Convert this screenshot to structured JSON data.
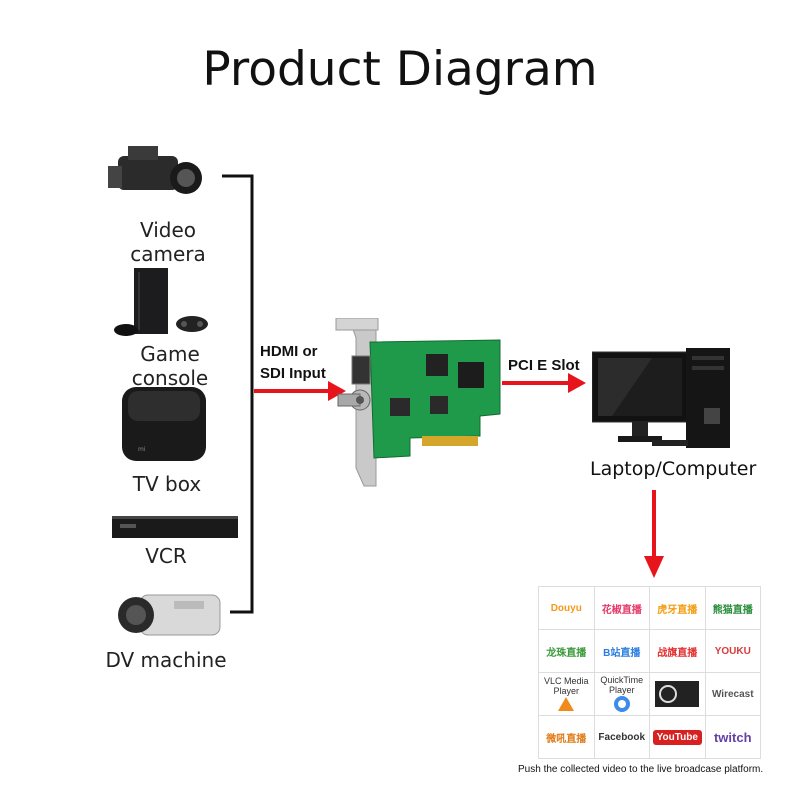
{
  "title": "Product Diagram",
  "devices": [
    {
      "label": "Video camera",
      "icon": "video-camera-icon"
    },
    {
      "label": "Game console",
      "icon": "game-console-icon"
    },
    {
      "label": "TV box",
      "icon": "tv-box-icon"
    },
    {
      "label": "VCR",
      "icon": "vcr-icon"
    },
    {
      "label": "DV machine",
      "icon": "dv-machine-icon"
    }
  ],
  "input_label_line1": "HDMI or",
  "input_label_line2": "SDI Input",
  "slot_label": "PCI E Slot",
  "computer_label": "Laptop/Computer",
  "platforms": [
    {
      "name": "Douyu"
    },
    {
      "name": "花椒直播"
    },
    {
      "name": "虎牙直播"
    },
    {
      "name": "熊猫直播"
    },
    {
      "name": "龙珠直播"
    },
    {
      "name": "B站直播"
    },
    {
      "name": "战旗直播"
    },
    {
      "name": "YOUKU"
    },
    {
      "name": "VLC Media Player"
    },
    {
      "name": "QuickTime Player"
    },
    {
      "name": "OBS"
    },
    {
      "name": "Wirecast"
    },
    {
      "name": "微吼直播"
    },
    {
      "name": "Facebook"
    },
    {
      "name": "YouTube"
    },
    {
      "name": "twitch"
    }
  ],
  "footer": "Push the collected video to the live broadcase platform.",
  "colors": {
    "arrow": "#e8141c",
    "pcb": "#1e9a4a",
    "bracket": "#c9c9c9"
  }
}
